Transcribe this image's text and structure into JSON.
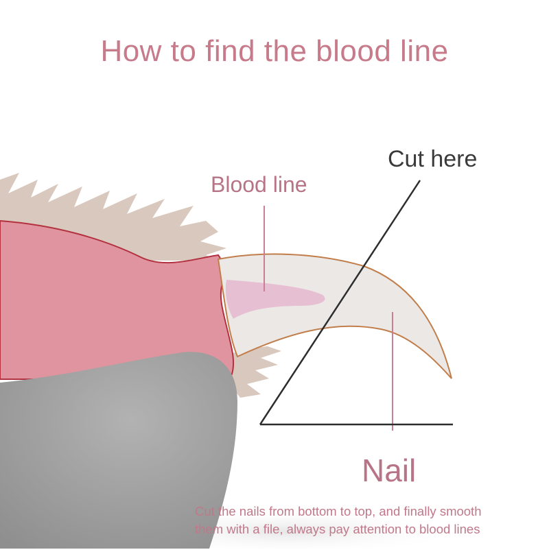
{
  "title": "How to find the blood line",
  "labels": {
    "cut_here": "Cut here",
    "blood_line": "Blood line",
    "nail": "Nail"
  },
  "caption": {
    "line1": "Cut the nails from bottom to top, and finally smooth",
    "line2": "them with a file, always pay attention to blood lines"
  },
  "colors": {
    "title_text": "#c77b8a",
    "label_pink": "#b87487",
    "label_dark": "#3a3a3a",
    "caption_text": "#c0788a",
    "paw_pink": "#e0949f",
    "paw_outline": "#b3303f",
    "fur": "#d9c8bd",
    "toe_gray": "#a3a3a3",
    "nail_fill": "#ebe8e6",
    "nail_outline": "#c17d4a",
    "quick": "#e7bfd3",
    "pointer_pink": "#c97e95",
    "cut_line": "#2d2d2d"
  }
}
